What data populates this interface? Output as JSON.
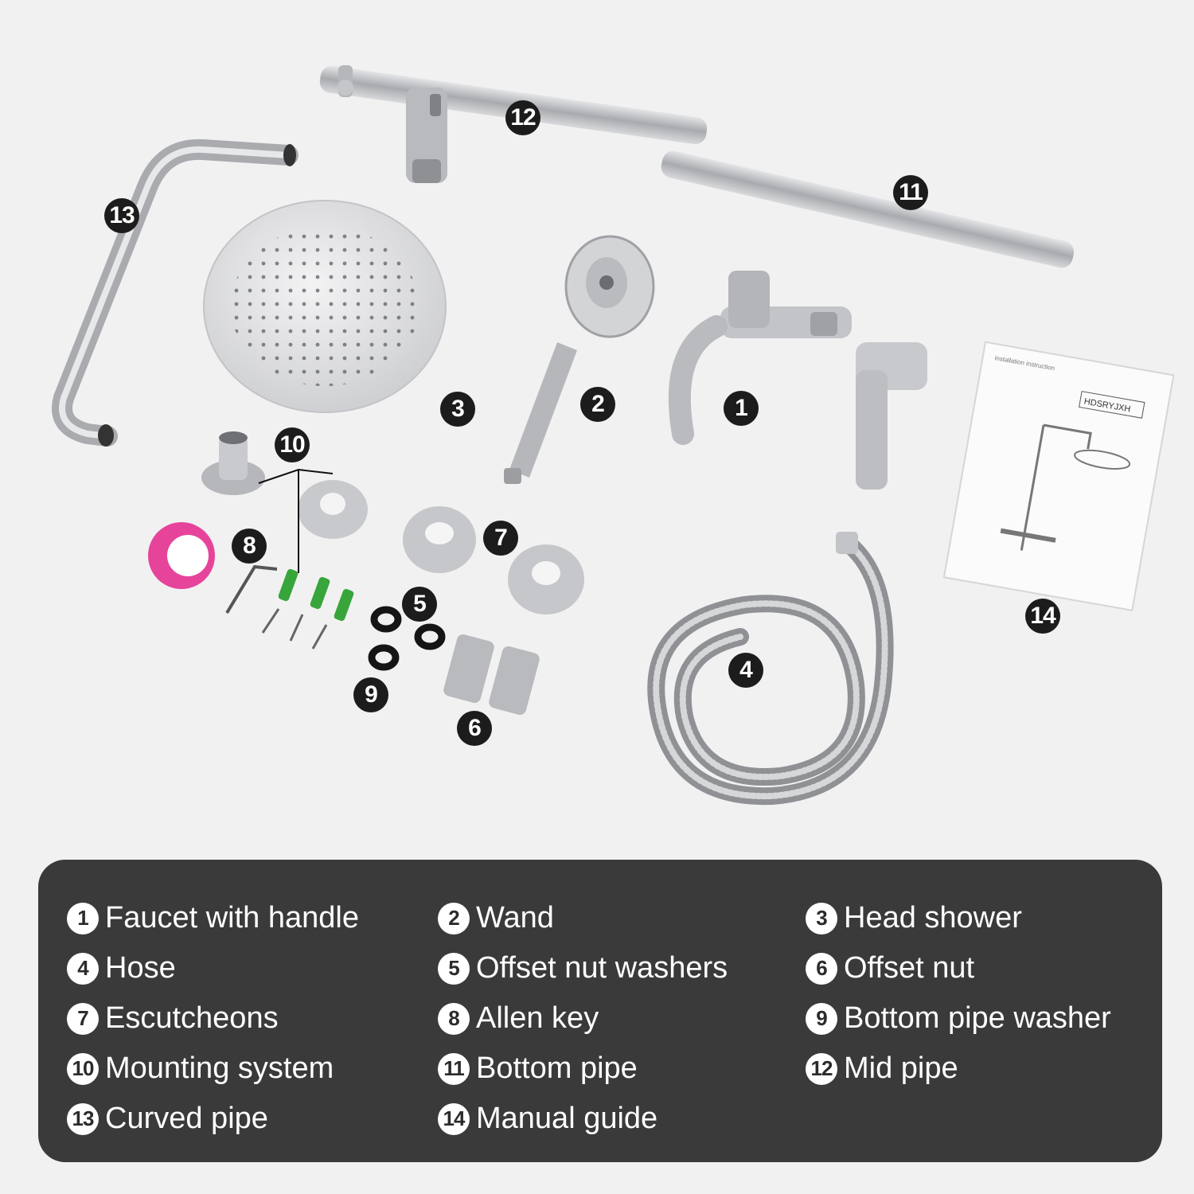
{
  "colors": {
    "background": "#f1f1f2",
    "legend_bg": "#3a3a3a",
    "callout": "#1c1c1c",
    "steel": "#b9bbbe",
    "tape": "#e6449a",
    "anchor": "#37a53a"
  },
  "manual": {
    "brand": "HDSRYJXH",
    "caption": "installation instruction"
  },
  "callouts": [
    "1",
    "2",
    "3",
    "4",
    "5",
    "6",
    "7",
    "8",
    "9",
    "10",
    "11",
    "12",
    "13",
    "14"
  ],
  "legend": [
    {
      "num": "1",
      "label": "Faucet with handle"
    },
    {
      "num": "2",
      "label": "Wand"
    },
    {
      "num": "3",
      "label": "Head shower"
    },
    {
      "num": "4",
      "label": "Hose"
    },
    {
      "num": "5",
      "label": "Offset nut washers"
    },
    {
      "num": "6",
      "label": "Offset nut"
    },
    {
      "num": "7",
      "label": "Escutcheons"
    },
    {
      "num": "8",
      "label": "Allen key"
    },
    {
      "num": "9",
      "label": "Bottom pipe washer"
    },
    {
      "num": "10",
      "label": "Mounting system"
    },
    {
      "num": "11",
      "label": "Bottom pipe"
    },
    {
      "num": "12",
      "label": "Mid pipe"
    },
    {
      "num": "13",
      "label": "Curved pipe"
    },
    {
      "num": "14",
      "label": "Manual guide"
    }
  ]
}
